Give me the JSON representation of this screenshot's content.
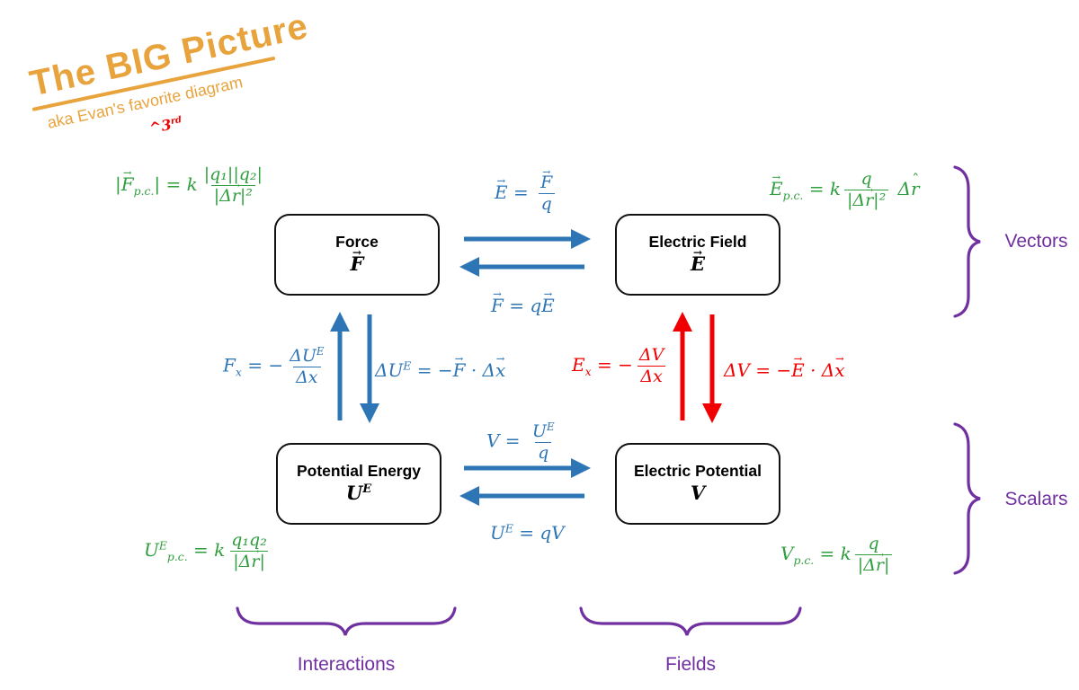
{
  "title": {
    "main": "The BIG Picture",
    "subtitle": "aka Evan's favorite diagram",
    "note": "^3",
    "note_sup": "rd"
  },
  "boxes": {
    "force": {
      "label": "Force",
      "symbol": "F"
    },
    "field": {
      "label": "Electric Field",
      "symbol": "E"
    },
    "energy": {
      "label": "Potential Energy",
      "symbol": "U",
      "symbol_sup": "E"
    },
    "potential": {
      "label": "Electric Potential",
      "symbol": "V"
    }
  },
  "groups": {
    "vectors": "Vectors",
    "scalars": "Scalars",
    "interactions": "Interactions",
    "fields": "Fields"
  },
  "formulas": {
    "f_pc": {
      "p1": "|",
      "v1": "F",
      "sub": "p.c.",
      "p2": "| = k",
      "num": "|q₁||q₂|",
      "den1": "|Δ",
      "denv": "r",
      "den2": "|²"
    },
    "e_pc": {
      "v1": "E",
      "sub": "p.c.",
      "p1": " = k",
      "num": "q",
      "den1": "|Δ",
      "denv": "r",
      "den2": "|²",
      "post1": " Δ",
      "postv": "r"
    },
    "u_pc": {
      "p1": "U",
      "sup": "E",
      "sub": "p.c.",
      "p2": " = k",
      "num": "q₁q₂",
      "den1": "|Δ",
      "denv": "r",
      "den2": "|"
    },
    "v_pc": {
      "p1": "V",
      "sub": "p.c.",
      "p2": " = k",
      "num": "q",
      "den1": "|Δ",
      "denv": "r",
      "den2": "|"
    },
    "e_def": {
      "v1": "E",
      "p1": " = ",
      "numv": "F",
      "den": "q"
    },
    "f_def": {
      "v1": "F",
      "p1": " = q",
      "v2": "E"
    },
    "fx": {
      "p1": "F",
      "sub": "x",
      "p2": " = −",
      "num1": "ΔU",
      "numsup": "E",
      "den": "Δx"
    },
    "due": {
      "p1": "ΔU",
      "sup": "E",
      "p2": " = −",
      "v1": "F",
      "p3": " · Δ",
      "v2": "x"
    },
    "ex": {
      "p1": "E",
      "sub": "x",
      "p2": " = −",
      "num": "ΔV",
      "den": "Δx"
    },
    "dv": {
      "p1": "ΔV = −",
      "v1": "E",
      "p2": " · Δ",
      "v2": "x"
    },
    "v_def": {
      "p1": "V = ",
      "num1": "U",
      "numsup": "E",
      "den": "q"
    },
    "ue_def": {
      "p1": "U",
      "sup": "E",
      "p2": " = qV"
    }
  },
  "colors": {
    "blue": "#2E75B6",
    "red": "#F00000",
    "green": "#2F9E3E",
    "purple": "#7030A0",
    "orange": "#E8A33D",
    "box_border": "#111111"
  }
}
